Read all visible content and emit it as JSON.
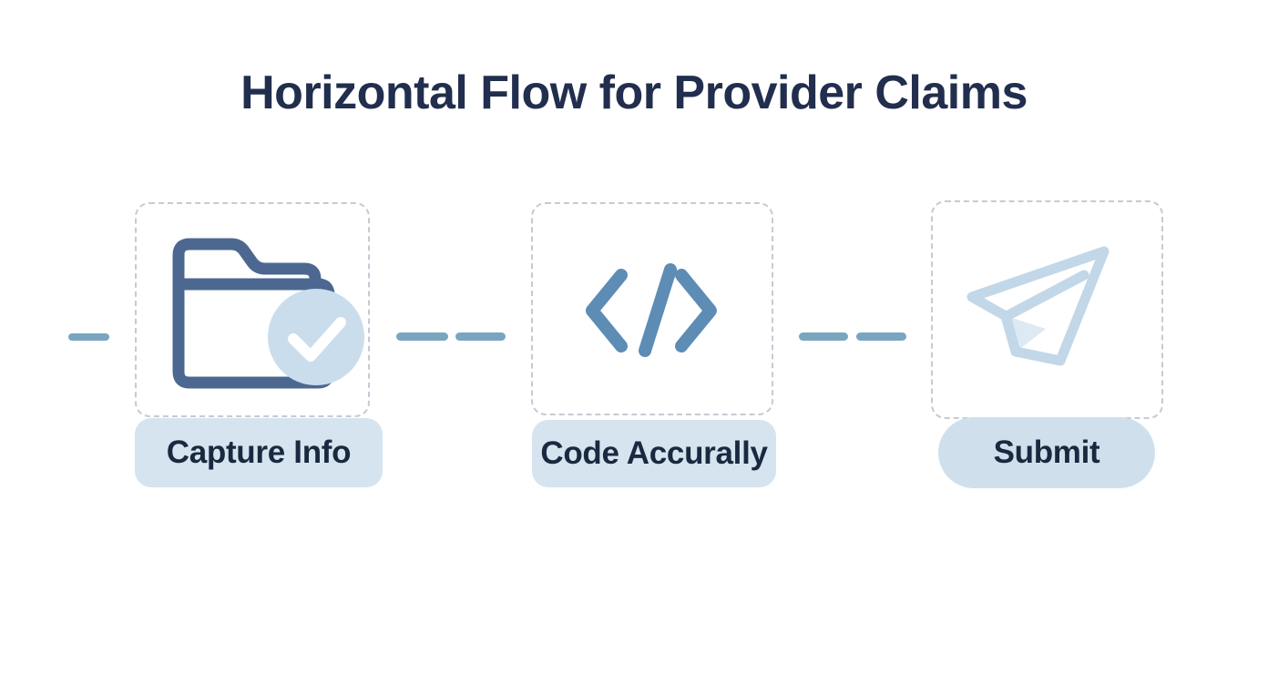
{
  "title": "Horizontal Flow for Provider Claims",
  "steps": [
    {
      "label": "Capture Info",
      "icon": "folder-check-icon"
    },
    {
      "label": "Code Accurally",
      "icon": "code-icon"
    },
    {
      "label": "Submit",
      "icon": "paper-plane-icon"
    }
  ],
  "connectors": {
    "style": "dashed",
    "left_stub_dashes": 1,
    "between_step_dashes": 2
  },
  "colors": {
    "background": "#ffffff",
    "title_text": "#222e4d",
    "label_background": "#d5e4ef",
    "submit_label_background": "#cfe0ec",
    "label_text": "#1b2940",
    "box_border": "#c4cbd4",
    "connector": "#79a5c1",
    "folder_icon": "#4c6890",
    "check_circle": "#cadded",
    "check_mark": "#ffffff",
    "code_icon": "#5d8cb5",
    "paper_plane_icon": "#c2d7e8"
  }
}
